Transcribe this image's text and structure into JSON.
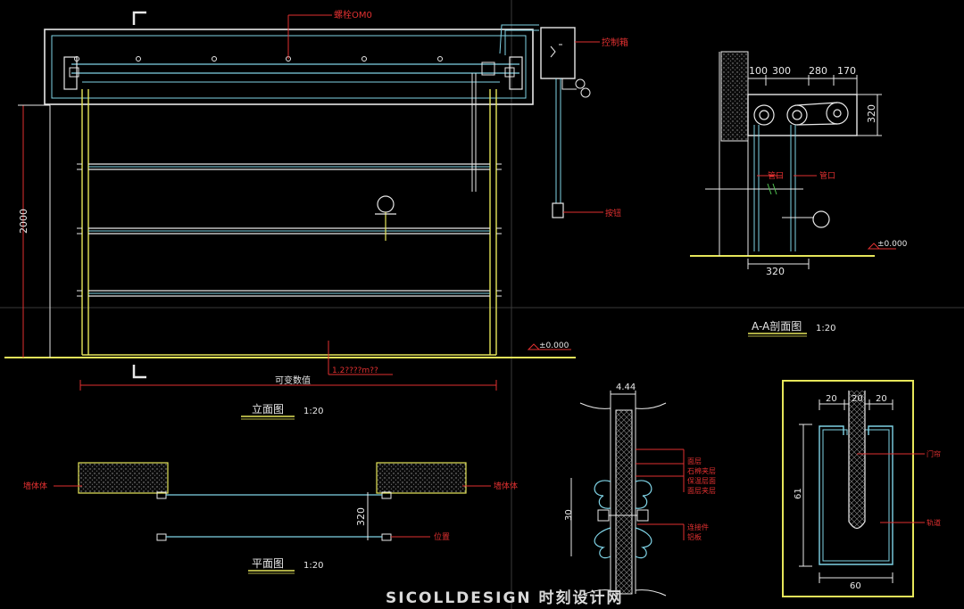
{
  "colors": {
    "background": "#000000",
    "yellow": "#e6e65a",
    "cyan": "#7fd3e6",
    "white": "#e8e8e8",
    "red": "#e03030",
    "gray": "#8a8a8a",
    "green": "#4fbf4f"
  },
  "elevation": {
    "top_note": "螺栓OM0",
    "control_box_note": "控制箱",
    "switch_note": "按钮",
    "height_dim": "2000",
    "width_dim": "可变数值",
    "level": "±0.000",
    "level_note": "1.2????m??",
    "title": "立面图",
    "scale": "1:20"
  },
  "section_aa": {
    "dims_top": [
      "100",
      "300",
      "280",
      "170"
    ],
    "dim_right": "320",
    "dim_bottom": "320",
    "note_left": "管口",
    "note_right": "管口",
    "level": "±0.000",
    "title": "A-A剖面图",
    "scale": "1:20"
  },
  "plan": {
    "wall_left": "墙体体",
    "wall_right": "墙体体",
    "dim": "320",
    "note": "位置",
    "title": "平面图",
    "scale": "1:20"
  },
  "panel_detail": {
    "dim_top": "4.44",
    "dim_side": "30",
    "layer_notes": [
      "面层",
      "石棉夹层",
      "保温层面",
      "面层夹层"
    ],
    "joint_notes": [
      "连接件",
      "铝板"
    ]
  },
  "track_detail": {
    "dims_top": [
      "20",
      "20",
      "20"
    ],
    "dim_side": "61",
    "dim_bottom": "60",
    "notes": [
      "门帘",
      "轨道"
    ]
  },
  "watermark": "SICOLLDESIGN 时刻设计网"
}
